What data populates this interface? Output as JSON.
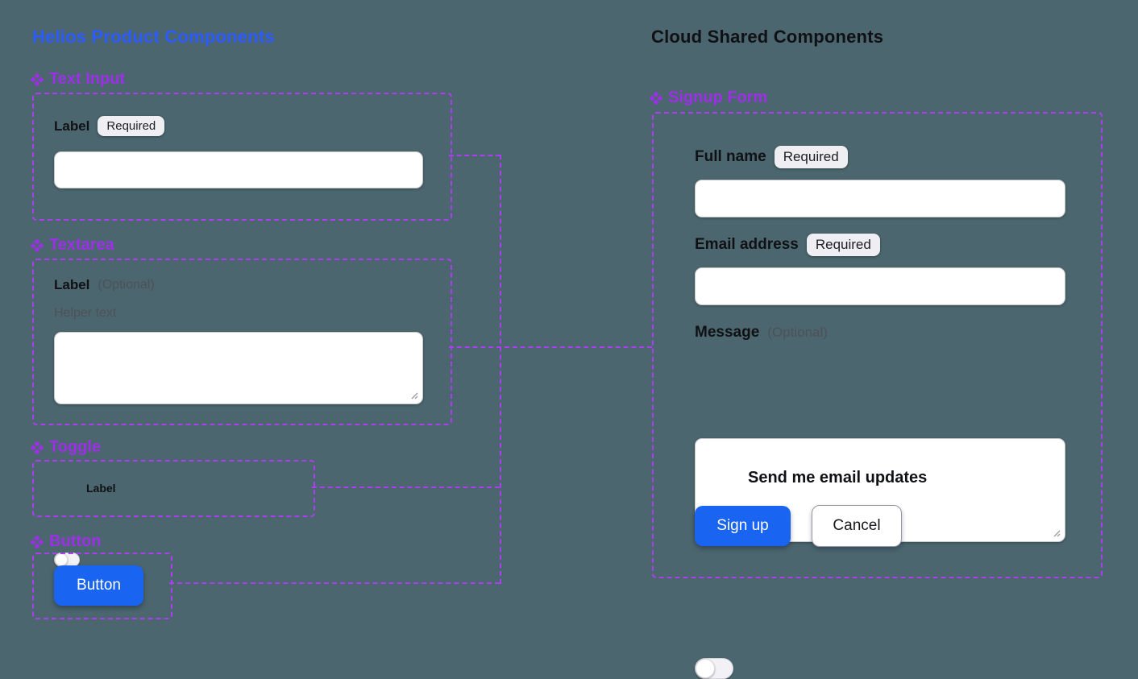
{
  "icons": {
    "component": "four-diamonds"
  },
  "colors": {
    "background": "#4B666E",
    "title_blue": "#2C5BFF",
    "component_purple": "#9E2FE8",
    "outline_purple": "#AC3EF2",
    "button_blue": "#1A64F2",
    "badge_bg": "#EFEEF2",
    "muted_text": "#4E5158"
  },
  "left": {
    "title": "Helios Product Components",
    "components": {
      "text_input": {
        "header": "Text Input",
        "label": "Label",
        "badge": "Required",
        "value": ""
      },
      "textarea": {
        "header": "Textarea",
        "label": "Label",
        "suffix": "(Optional)",
        "helper": "Helper text",
        "value": ""
      },
      "toggle": {
        "header": "Toggle",
        "label": "Label",
        "state": "off"
      },
      "button": {
        "header": "Button",
        "label": "Button"
      }
    }
  },
  "right": {
    "title": "Cloud Shared Components",
    "signup_form": {
      "header": "Signup Form",
      "fields": {
        "full_name": {
          "label": "Full name",
          "badge": "Required",
          "value": ""
        },
        "email": {
          "label": "Email address",
          "badge": "Required",
          "value": ""
        },
        "message": {
          "label": "Message",
          "suffix": "(Optional)",
          "value": ""
        }
      },
      "toggle": {
        "label": "Send me email updates",
        "state": "off"
      },
      "buttons": {
        "submit": "Sign up",
        "cancel": "Cancel"
      }
    }
  }
}
